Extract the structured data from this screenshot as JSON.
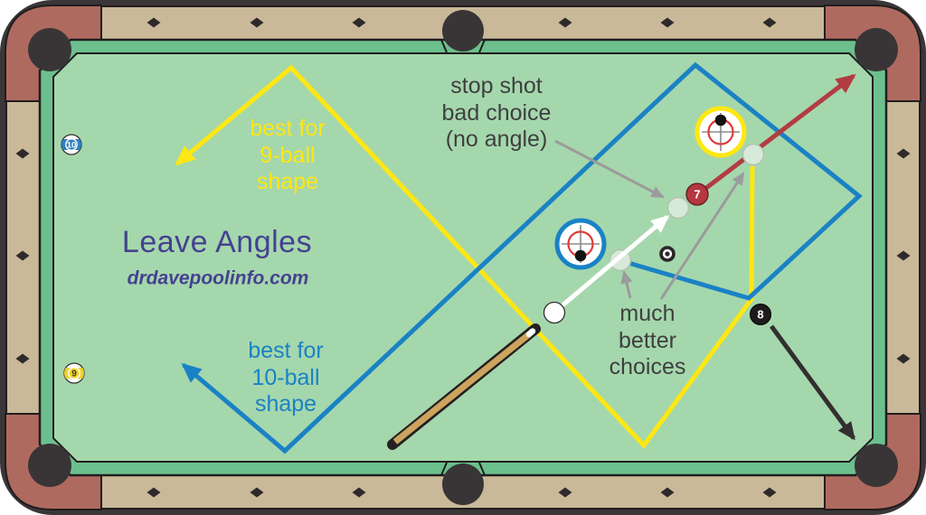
{
  "header": {
    "title": "Leave Angles",
    "website": "drdavepoolinfo.com"
  },
  "annotations": {
    "stop_shot": "stop shot\nbad choice\n(no angle)",
    "better_choices": "much\nbetter\nchoices",
    "nine_ball_shape": "best for\n9-ball\nshape",
    "ten_ball_shape": "best for\n10-ball\nshape"
  },
  "balls": {
    "seven": {
      "label": "7"
    },
    "eight": {
      "label": "8"
    },
    "nine": {
      "label": "9"
    },
    "ten": {
      "label": "10"
    }
  },
  "colors": {
    "felt": "#a5d7ad",
    "cushion": "#6cc08d",
    "rail": "#c9b999",
    "corner_cap": "#af6a60",
    "frame_dark": "#3b3738",
    "path_yellow": "#ffe712",
    "path_blue": "#1a82c4",
    "arrow_red": "#b23c42",
    "arrow_black": "#332f30",
    "arrow_gray": "#9b9b9b",
    "arrow_white": "#ffffff",
    "title_color": "#454190",
    "annotation_color": "#3f3f3f",
    "ball_seven": "#b5373f",
    "ball_eight": "#1f1b1c",
    "ghost_ball": "#d7e9d9",
    "cue_stick": "#cda45e"
  }
}
